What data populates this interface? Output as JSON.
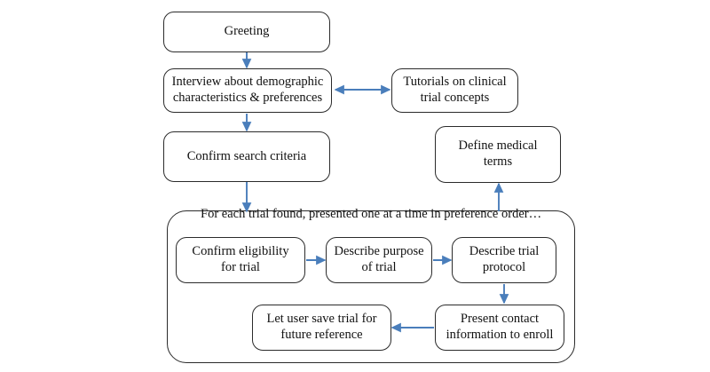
{
  "diagram": {
    "title_text": "",
    "arrow_color": "#4a7ebb",
    "node_border_color": "#2b2b2b",
    "background_color": "#ffffff",
    "nodes": {
      "greeting": {
        "label": "Greeting"
      },
      "interview": {
        "label": "Interview about demographic\ncharacteristics & preferences"
      },
      "tutorials": {
        "label": "Tutorials on clinical\ntrial concepts"
      },
      "confirm_search": {
        "label": "Confirm search criteria"
      },
      "define_terms": {
        "label": "Define medical\nterms"
      },
      "confirm_eligibility": {
        "label": "Confirm eligibility\nfor trial"
      },
      "describe_purpose": {
        "label": "Describe purpose\nof trial"
      },
      "describe_protocol": {
        "label": "Describe trial\nprotocol"
      },
      "present_contact": {
        "label": "Present contact\ninformation to enroll"
      },
      "save_trial": {
        "label": "Let user save trial for\nfuture reference"
      }
    },
    "group": {
      "label": "For each trial found, presented one at a time in preference order…"
    },
    "edges": [
      {
        "from": "greeting",
        "to": "interview",
        "kind": "single-down"
      },
      {
        "from": "interview",
        "to": "tutorials",
        "kind": "double-horizontal"
      },
      {
        "from": "interview",
        "to": "confirm_search",
        "kind": "single-down"
      },
      {
        "from": "confirm_search",
        "to": "group",
        "kind": "single-down"
      },
      {
        "from": "group",
        "to": "define_terms",
        "kind": "single-up"
      },
      {
        "from": "confirm_eligibility",
        "to": "describe_purpose",
        "kind": "single-right"
      },
      {
        "from": "describe_purpose",
        "to": "describe_protocol",
        "kind": "single-right"
      },
      {
        "from": "describe_protocol",
        "to": "present_contact",
        "kind": "single-down"
      },
      {
        "from": "present_contact",
        "to": "save_trial",
        "kind": "single-left"
      }
    ]
  }
}
